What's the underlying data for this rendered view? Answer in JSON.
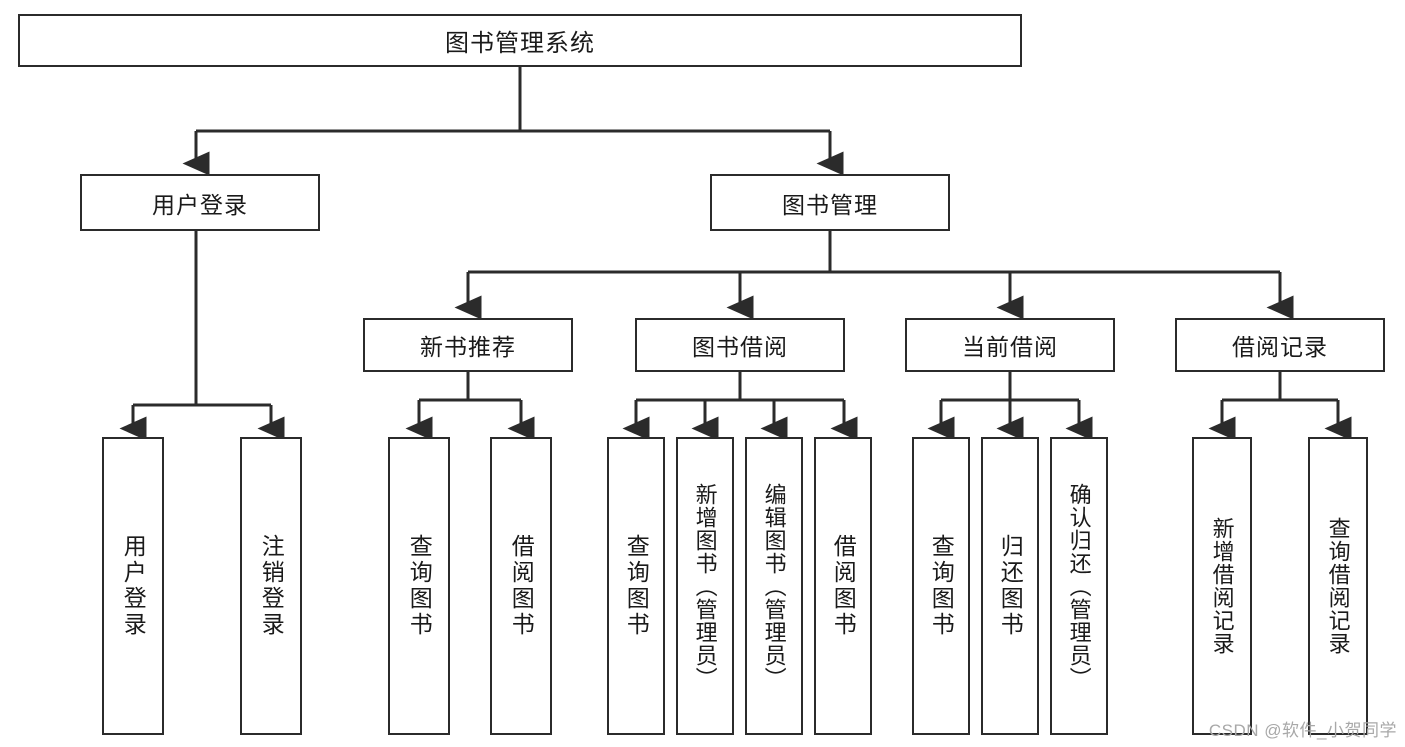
{
  "diagram": {
    "title": "图书管理系统",
    "type": "tree-hierarchy",
    "watermark": "CSDN @软件_小贺同学",
    "colors": {
      "stroke": "#2b2b2b",
      "fill": "#ffffff",
      "text": "#1a1a1a",
      "watermark": "#a8a8a8"
    },
    "nodes": {
      "root": {
        "label": "图书管理系统"
      },
      "level2": [
        {
          "id": "user-login",
          "label": "用户登录"
        },
        {
          "id": "book-manage",
          "label": "图书管理"
        }
      ],
      "level3": [
        {
          "id": "new-book-recommend",
          "label": "新书推荐"
        },
        {
          "id": "book-borrow",
          "label": "图书借阅"
        },
        {
          "id": "current-borrow",
          "label": "当前借阅"
        },
        {
          "id": "borrow-record",
          "label": "借阅记录"
        }
      ],
      "leaves": {
        "user-login": [
          {
            "id": "leaf-user-login",
            "label": "用户登录"
          },
          {
            "id": "leaf-logout",
            "label": "注销登录"
          }
        ],
        "new-book-recommend": [
          {
            "id": "leaf-query-book-1",
            "label": "查询图书"
          },
          {
            "id": "leaf-borrow-book-1",
            "label": "借阅图书"
          }
        ],
        "book-borrow": [
          {
            "id": "leaf-query-book-2",
            "label": "查询图书"
          },
          {
            "id": "leaf-add-book",
            "label": "新增图书（管理员）"
          },
          {
            "id": "leaf-edit-book",
            "label": "编辑图书（管理员）"
          },
          {
            "id": "leaf-borrow-book-2",
            "label": "借阅图书"
          }
        ],
        "current-borrow": [
          {
            "id": "leaf-query-book-3",
            "label": "查询图书"
          },
          {
            "id": "leaf-return-book",
            "label": "归还图书"
          },
          {
            "id": "leaf-confirm-return",
            "label": "确认归还（管理员）"
          }
        ],
        "borrow-record": [
          {
            "id": "leaf-add-record",
            "label": "新增借阅记录"
          },
          {
            "id": "leaf-query-record",
            "label": "查询借阅记录"
          }
        ]
      }
    }
  }
}
